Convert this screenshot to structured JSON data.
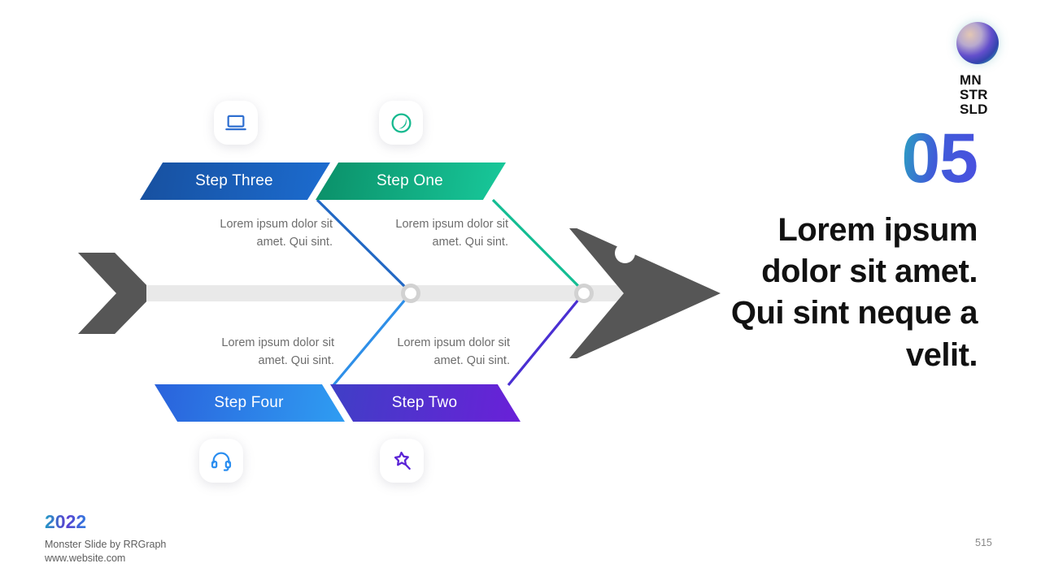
{
  "slide": {
    "number": "05",
    "headline": "Lorem ipsum dolor sit amet. Qui sint neque a velit."
  },
  "logo": {
    "mark_name": "gradient-sphere-logo",
    "line1": "MN",
    "line2": "STR",
    "line3": "SLD"
  },
  "diagram": {
    "type": "fishbone",
    "spine_color": "#e9e9e9",
    "head_color": "#565656",
    "tail_color": "#565656",
    "steps": [
      {
        "id": "step-three",
        "label": "Step Three",
        "description": "Lorem ipsum dolor sit amet. Qui sint.",
        "position": "top-left",
        "icon": "laptop-icon",
        "icon_color": "#2f6fd0",
        "color_start": "#17509f",
        "color_end": "#1c6cd0",
        "line_color": "#2268c4"
      },
      {
        "id": "step-one",
        "label": "Step One",
        "description": "Lorem ipsum dolor sit amet. Qui sint.",
        "position": "top-right",
        "icon": "moon-circle-icon",
        "icon_color": "#15b98f",
        "color_start": "#0b8f68",
        "color_end": "#18c99b",
        "line_color": "#14bd93"
      },
      {
        "id": "step-four",
        "label": "Step Four",
        "description": "Lorem ipsum dolor sit amet. Qui sint.",
        "position": "bottom-left",
        "icon": "headset-icon",
        "icon_color": "#2b8ef0",
        "color_start": "#2a62dc",
        "color_end": "#2f9df2",
        "line_color": "#2e8fe8"
      },
      {
        "id": "step-two",
        "label": "Step Two",
        "description": "Lorem ipsum dolor sit amet. Qui sint.",
        "position": "bottom-right",
        "icon": "magic-wand-icon",
        "icon_color": "#5b23d6",
        "color_start": "#3f3fc6",
        "color_end": "#6a20d8",
        "line_color": "#4a2fd2"
      }
    ]
  },
  "footer": {
    "year": "2022",
    "brand": "Monster Slide  by RRGraph",
    "website": "www.website.com",
    "page_number": "515"
  }
}
